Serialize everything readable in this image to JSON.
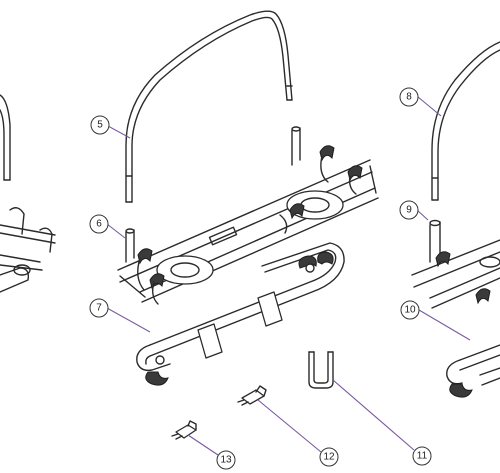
{
  "callouts": [
    {
      "id": "5",
      "label": "5"
    },
    {
      "id": "6",
      "label": "6"
    },
    {
      "id": "7",
      "label": "7"
    },
    {
      "id": "8",
      "label": "8"
    },
    {
      "id": "9",
      "label": "9"
    },
    {
      "id": "10",
      "label": "10"
    },
    {
      "id": "11",
      "label": "11"
    },
    {
      "id": "12",
      "label": "12"
    },
    {
      "id": "13",
      "label": "13"
    }
  ],
  "colors": {
    "line": "#2b2b2b",
    "leader": "#7a5aa0",
    "background": "#ffffff"
  }
}
